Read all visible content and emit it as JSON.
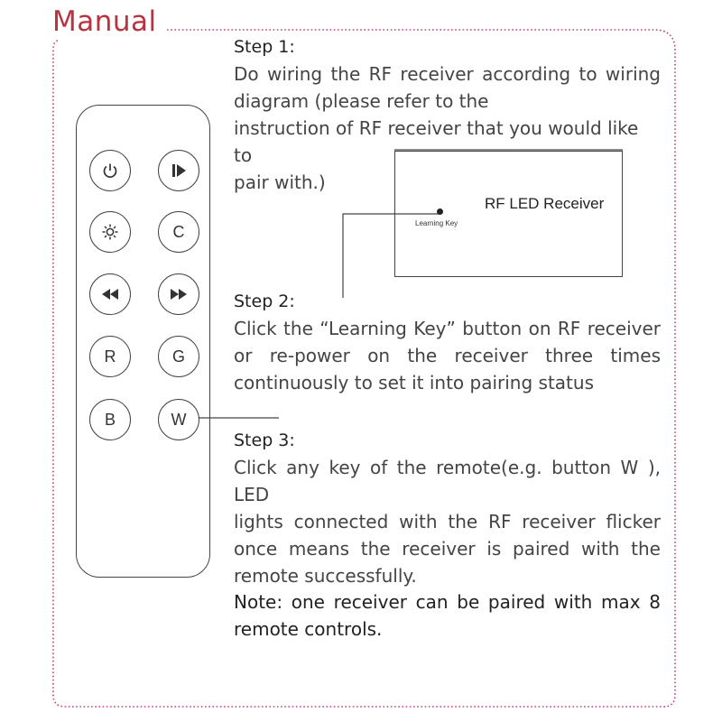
{
  "header": {
    "title": "Manual"
  },
  "steps": [
    {
      "heading": "Step 1:",
      "lines": [
        "Do wiring the RF receiver according to wiring",
        "diagram (please refer to the",
        "instruction of RF receiver that you would like to",
        "pair with.)"
      ]
    },
    {
      "heading": "Step 2:",
      "lines": [
        "Click the “Learning Key” button on RF receiver",
        "or re-power on the receiver three times",
        "continuously to set it into pairing status"
      ]
    },
    {
      "heading": "Step 3:",
      "lines": [
        "Click any key of the remote(e.g. button W ), LED",
        "lights connected with the RF receiver flicker",
        "once means the receiver is paired with the",
        "remote successfully."
      ]
    }
  ],
  "note": {
    "lines": [
      "Note: one receiver can be paired with max 8",
      "remote controls."
    ]
  },
  "receiver": {
    "label": "RF LED Receiver",
    "learning_key_label": "Learning   Key"
  },
  "remote": {
    "buttons": [
      {
        "icon": "power-icon",
        "label": ""
      },
      {
        "icon": "play-pause-icon",
        "label": ""
      },
      {
        "icon": "brightness-icon",
        "label": ""
      },
      {
        "icon": "",
        "label": "C"
      },
      {
        "icon": "rewind-icon",
        "label": ""
      },
      {
        "icon": "fast-forward-icon",
        "label": ""
      },
      {
        "icon": "",
        "label": "R"
      },
      {
        "icon": "",
        "label": "G"
      },
      {
        "icon": "",
        "label": "B"
      },
      {
        "icon": "",
        "label": "W"
      }
    ]
  },
  "colors": {
    "title": "#b8323f",
    "frame_border": "#c0407a",
    "text": "#444444"
  }
}
